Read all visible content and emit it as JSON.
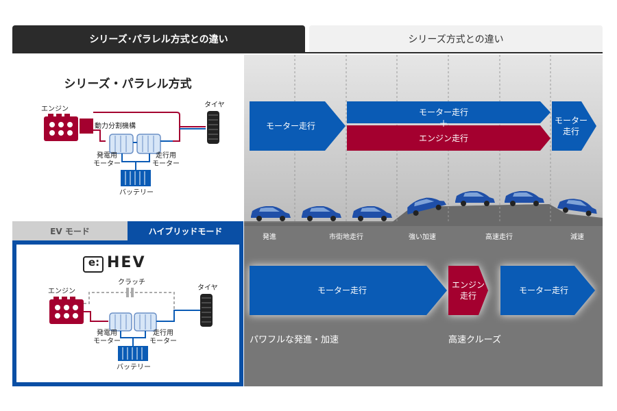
{
  "tabs": {
    "series_parallel": "シリーズ･パラレル方式との違い",
    "series": "シリーズ方式との違い"
  },
  "top_diagram": {
    "title": "シリーズ・パラレル方式",
    "engine": "エンジン",
    "power_split": "動力分割機構",
    "tire": "タイヤ",
    "generator": [
      "発電用",
      "モーター"
    ],
    "drive_motor": [
      "走行用",
      "モーター"
    ],
    "battery": "バッテリー"
  },
  "mode_tabs": {
    "ev": "EV モード",
    "hybrid": "ハイブリッドモード"
  },
  "ehev_diagram": {
    "logo_e": "e:",
    "logo_hev": "HEV",
    "engine": "エンジン",
    "clutch": "クラッチ",
    "tire": "タイヤ",
    "generator": [
      "発電用",
      "モーター"
    ],
    "drive_motor": [
      "走行用",
      "モーター"
    ],
    "battery": "バッテリー"
  },
  "top_arrows": {
    "motor_drive_1": "モーター走行",
    "motor_drive_2": "モーター走行",
    "plus": "＋",
    "engine_drive": "エンジン走行",
    "motor_drive_3": [
      "モーター",
      "走行"
    ]
  },
  "scenes": [
    "発進",
    "市街地走行",
    "強い加速",
    "高速走行",
    "減速"
  ],
  "bottom_arrows": {
    "motor_drive_1": "モーター走行",
    "engine_drive": [
      "エンジン",
      "走行"
    ],
    "motor_drive_2": "モーター走行"
  },
  "bottom_labels": {
    "powerful": "パワフルな発進・加速",
    "cruise": "高速クルーズ"
  },
  "colors": {
    "blue": "#0a5bb5",
    "red": "#a4002f",
    "dark": "#2b2b2b",
    "gray_bg": "#777777"
  }
}
